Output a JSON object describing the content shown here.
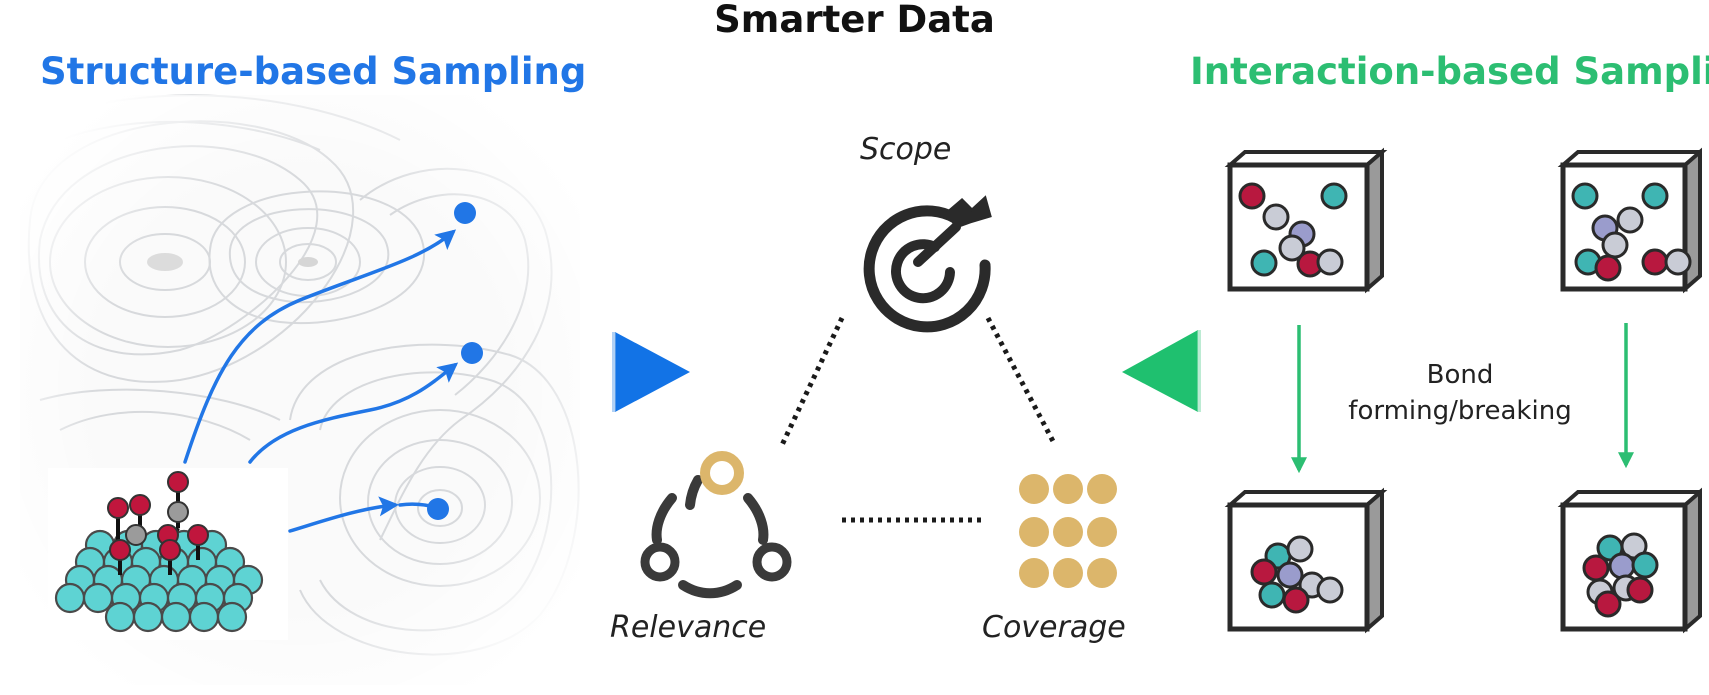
{
  "header": {
    "title": "Smarter Data"
  },
  "left": {
    "title": "Structure-based Sampling",
    "color": "#2176e6"
  },
  "right": {
    "title": "Interaction-based Sampling",
    "color": "#2cbe72"
  },
  "center": {
    "scope_label": "Scope",
    "relevance_label": "Relevance",
    "coverage_label": "Coverage",
    "accent": "#dcb66b"
  },
  "bond_label": {
    "line1": "Bond",
    "line2": "forming/breaking"
  },
  "atom_colors": {
    "teal": "#3fb5b3",
    "red": "#b8183f",
    "grey": "#c9ccd6",
    "purple": "#9a9ccc",
    "slab": "#5ed3d3"
  }
}
